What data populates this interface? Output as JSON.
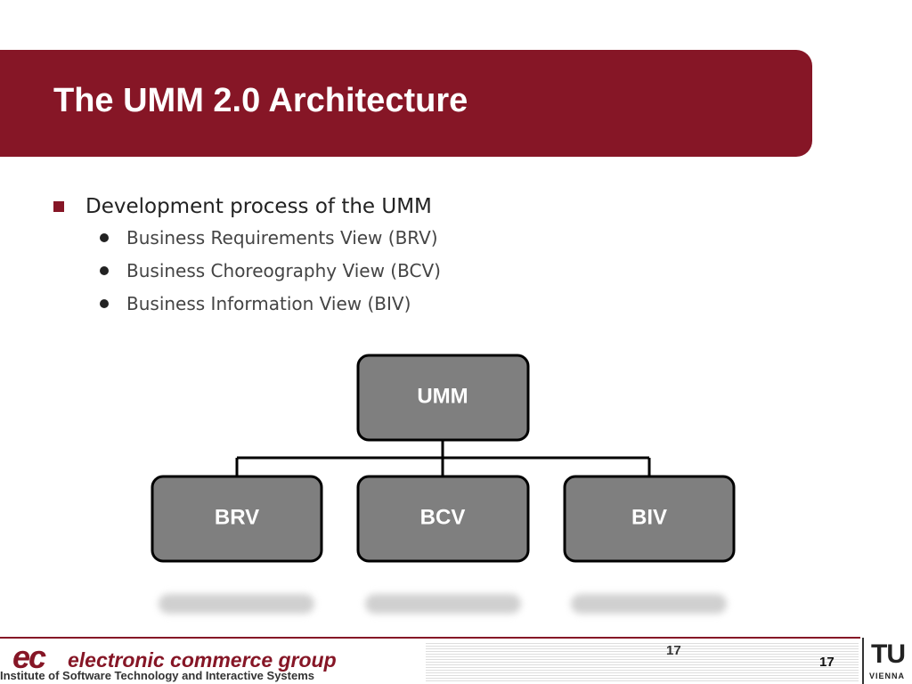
{
  "slide": {
    "title": "The UMM 2.0 Architecture",
    "bullets": {
      "main": "Development process of the UMM",
      "sub": [
        "Business Requirements View (BRV)",
        "Business Choreography View (BCV)",
        "Business Information View (BIV)"
      ]
    }
  },
  "diagram": {
    "root": "UMM",
    "children": [
      "BRV",
      "BCV",
      "BIV"
    ]
  },
  "footer": {
    "logo_mark": "ec",
    "group_name": "electronic commerce group",
    "institute": "Institute of Software Technology and Interactive Systems",
    "page_number": "17",
    "page_number_right": "17",
    "tu_mark": "TU",
    "tu_sub": "VIENNA"
  },
  "colors": {
    "accent": "#861626",
    "node_fill": "#7f7f7f"
  }
}
